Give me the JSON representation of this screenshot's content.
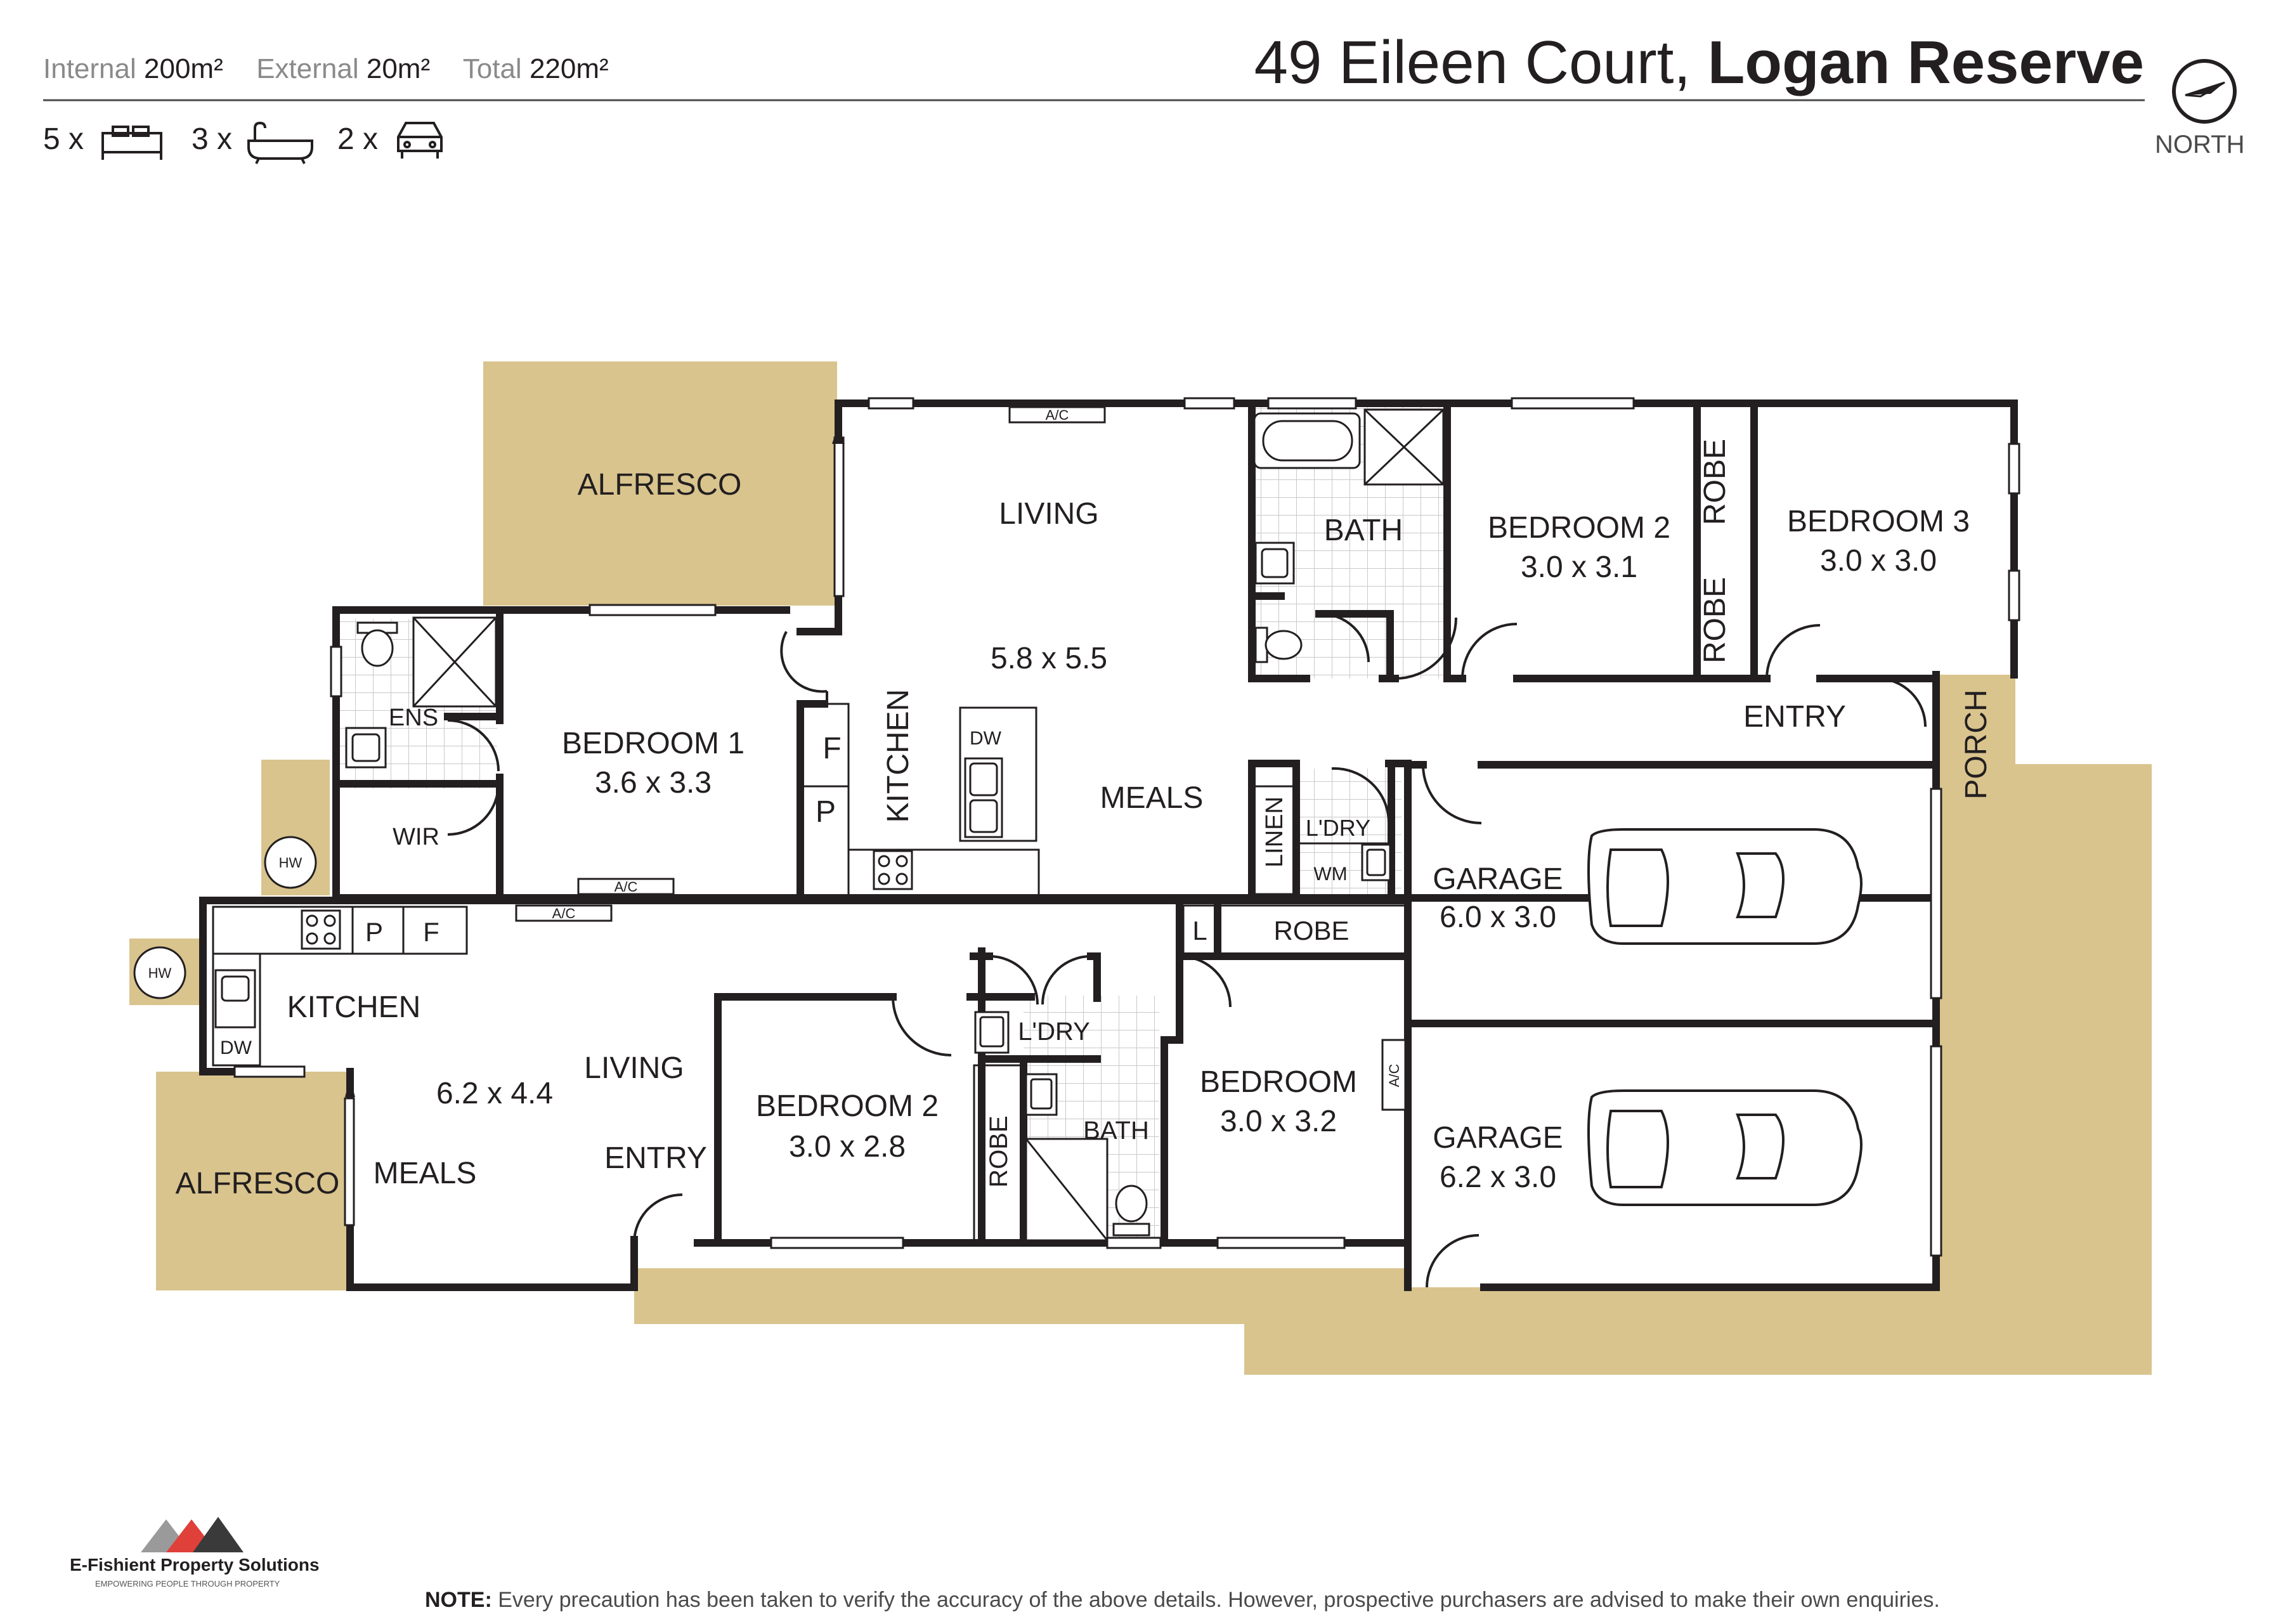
{
  "header": {
    "stats": {
      "internal_label": "Internal",
      "internal_value": "200m²",
      "external_label": "External",
      "external_value": "20m²",
      "total_label": "Total",
      "total_value": "220m²"
    },
    "features": {
      "bed_count": "5 x",
      "bath_count": "3 x",
      "car_count": "2 x"
    },
    "address_street": "49 Eileen Court,",
    "address_suburb": "Logan Reserve",
    "north_label": "NORTH"
  },
  "rooms": {
    "alfresco_top": "ALFRESCO",
    "living_top": "LIVING",
    "living_top_size": "5.8 x 5.5",
    "bath_top": "BATH",
    "bedroom2_top": "BEDROOM 2",
    "bedroom2_top_size": "3.0 x 3.1",
    "robe_a": "ROBE",
    "robe_b": "ROBE",
    "bedroom3": "BEDROOM 3",
    "bedroom3_size": "3.0 x 3.0",
    "ens": "ENS",
    "bedroom1": "BEDROOM 1",
    "bedroom1_size": "3.6 x 3.3",
    "wir": "WIR",
    "kitchen_top": "KITCHEN",
    "fridge_top": "F",
    "pantry_top": "P",
    "dw_top": "DW",
    "meals_top": "MEALS",
    "entry_top": "ENTRY",
    "porch": "PORCH",
    "linen": "LINEN",
    "laundry_top": "L'DRY",
    "wm": "WM",
    "garage1": "GARAGE",
    "garage1_size": "6.0 x 3.0",
    "hw_top": "HW",
    "ac_living": "A/C",
    "ac_bed1": "A/C",
    "ac_lower": "A/C",
    "ac_bedroom": "A/C",
    "hw_lower": "HW",
    "pantry_lower": "P",
    "fridge_lower": "F",
    "kitchen_lower": "KITCHEN",
    "dw_lower": "DW",
    "living_lower_size": "6.2 x 4.4",
    "living_lower": "LIVING",
    "alfresco_lower": "ALFRESCO",
    "meals_lower": "MEALS",
    "entry_lower": "ENTRY",
    "bedroom2_lower": "BEDROOM 2",
    "bedroom2_lower_size": "3.0 x 2.8",
    "laundry_lower": "L'DRY",
    "robe_lower_v": "ROBE",
    "bath_lower": "BATH",
    "l_cupboard": "L",
    "robe_lower_h": "ROBE",
    "bedroom_lower": "BEDROOM",
    "bedroom_lower_size": "3.0 x 3.2",
    "garage2": "GARAGE",
    "garage2_size": "6.2 x 3.0"
  },
  "footer": {
    "company_name": "E-Fishient Property Solutions",
    "company_tagline": "EMPOWERING PEOPLE THROUGH PROPERTY",
    "note_label": "NOTE:",
    "note_text": "Every precaution has been taken to verify the accuracy of the above details. However, prospective purchasers are advised to make their own enquiries."
  },
  "colors": {
    "outdoor_fill": "#d9c48e",
    "wall": "#231f20",
    "logo_red": "#e0403a",
    "logo_dark": "#3a3a3a",
    "logo_grey": "#9a9a9a"
  },
  "icons": [
    "bed-icon",
    "bath-icon",
    "car-icon",
    "compass-icon",
    "car-top-view-icon",
    "stove-icon",
    "sink-icon",
    "toilet-icon",
    "shower-icon",
    "bathtub-icon",
    "basin-icon"
  ]
}
